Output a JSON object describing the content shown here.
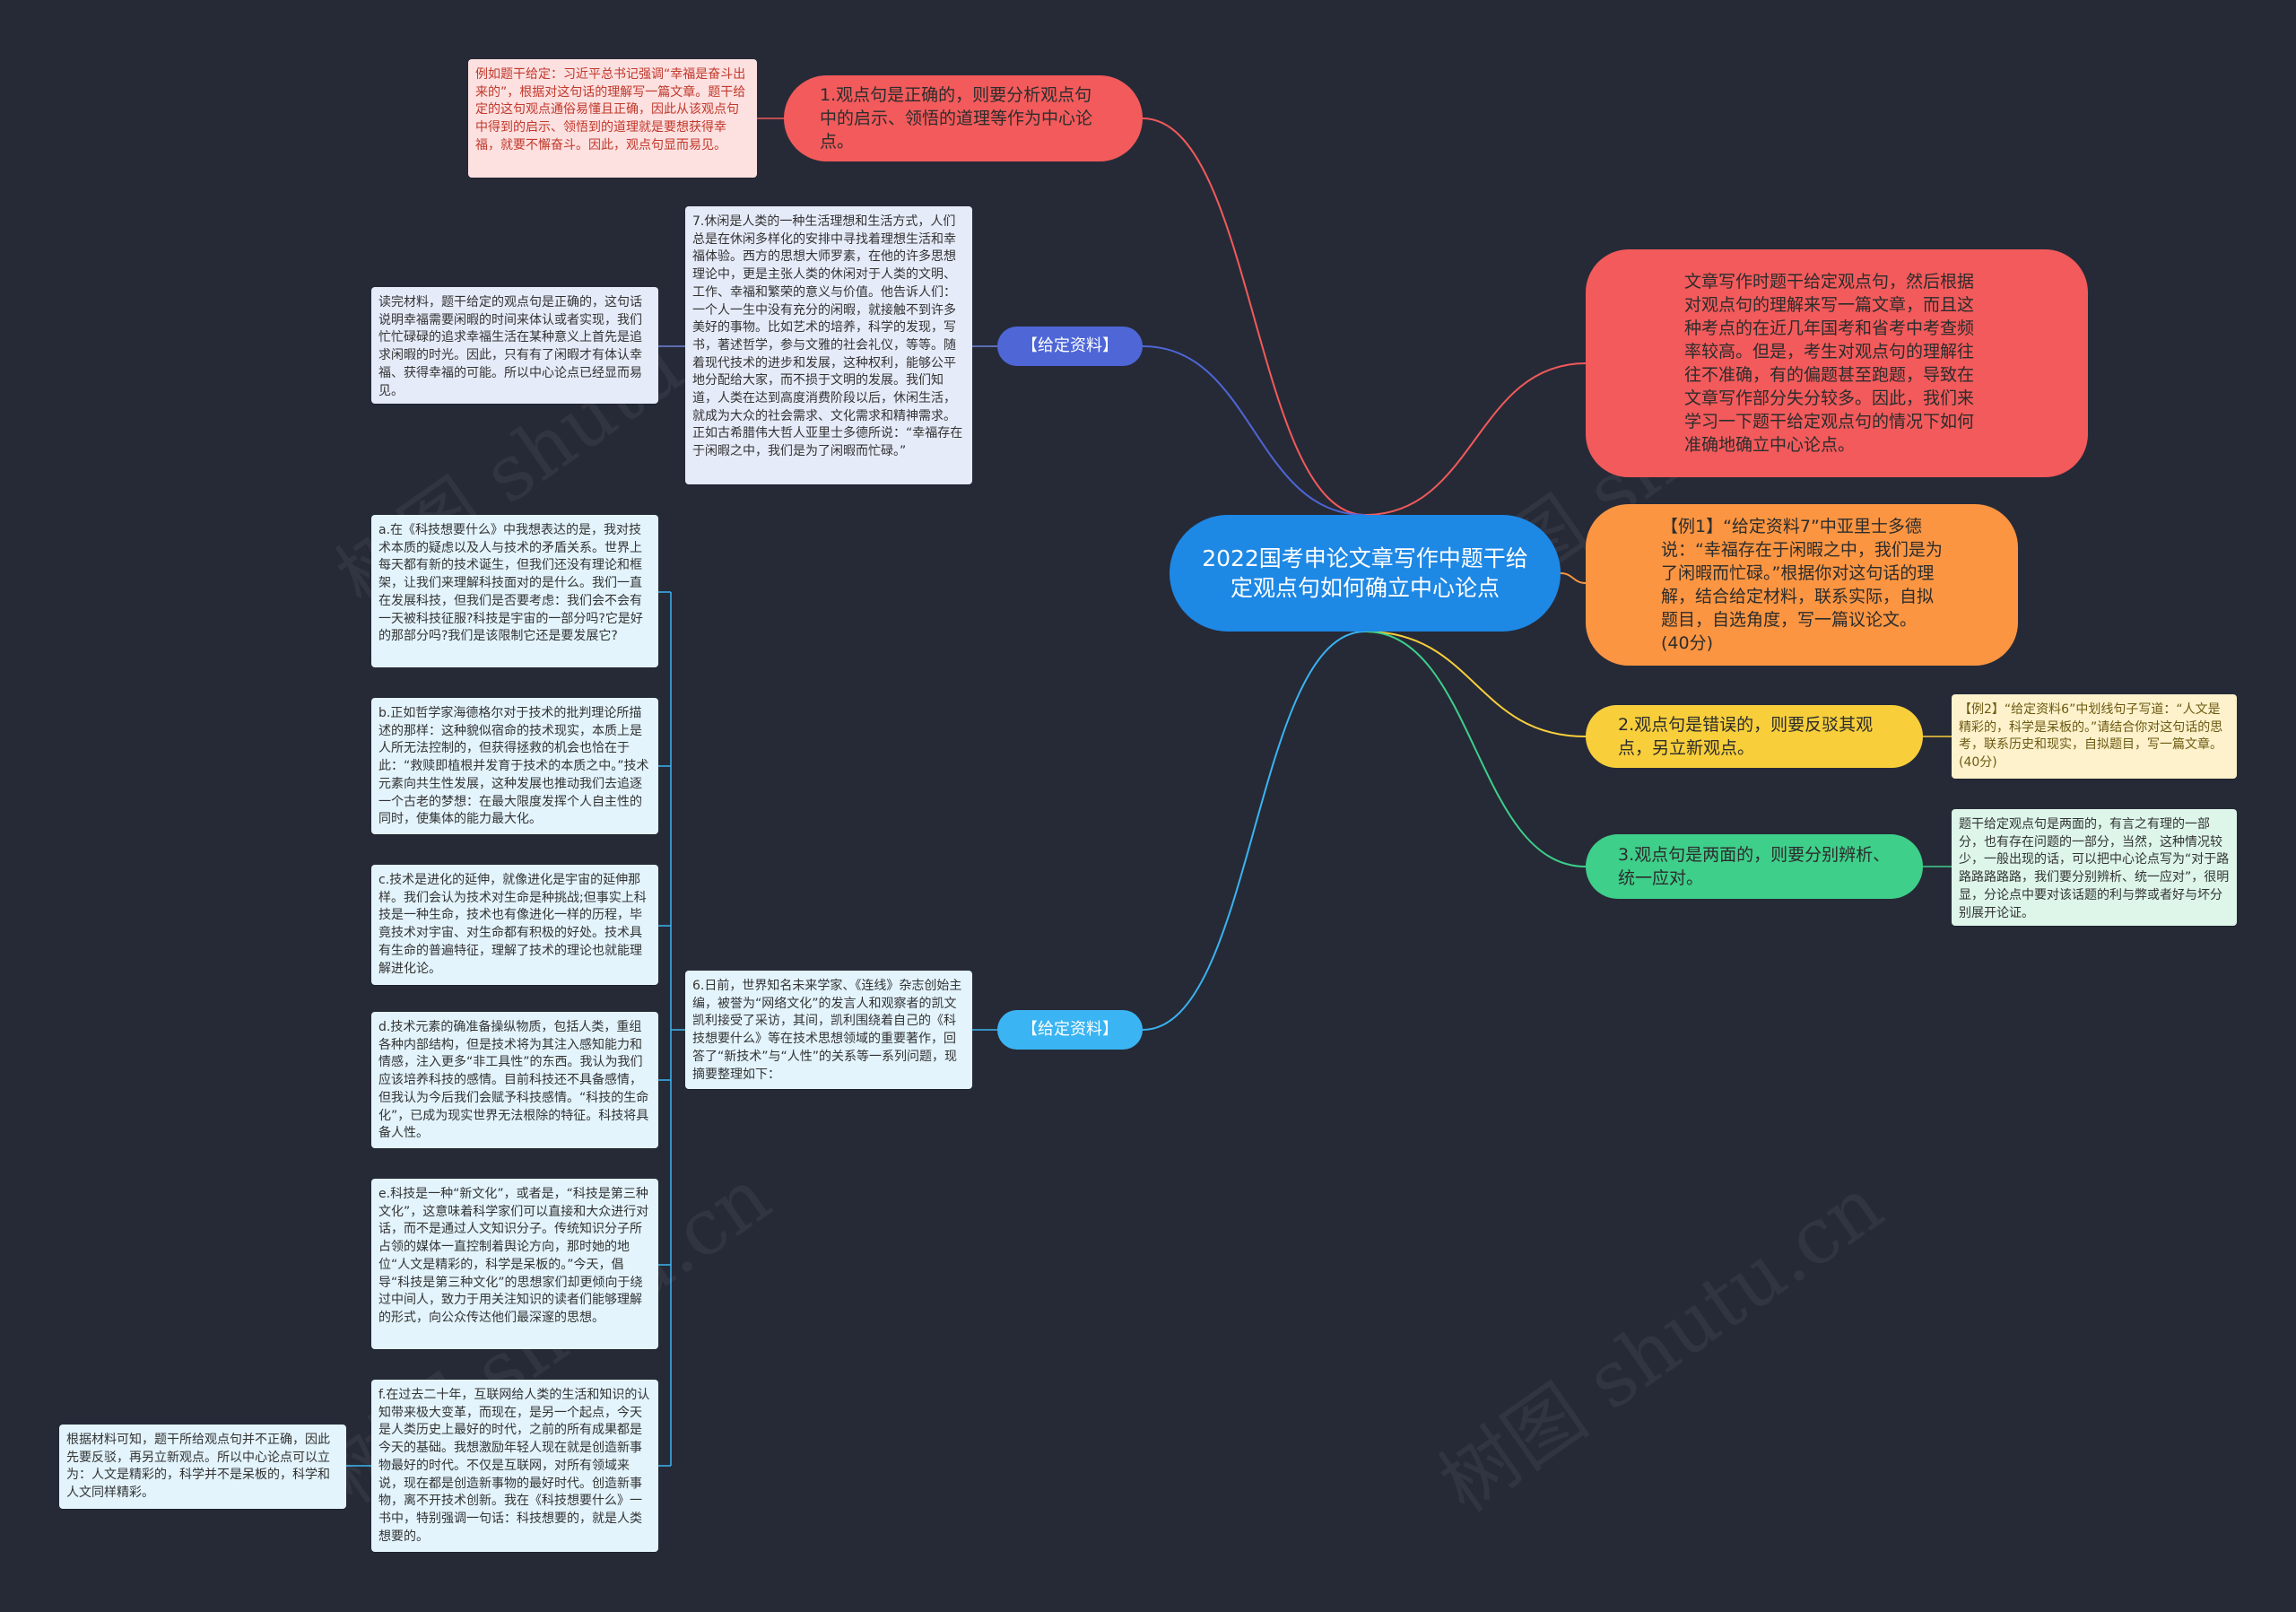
{
  "root": {
    "title": "2022国考申论文章写作中题干给定观点句如何确立中心论点"
  },
  "branches": {
    "b1": {
      "text": "1.观点句是正确的，则要分析观点句中的启示、领悟的道理等作为中心论点。",
      "color": "#f25a5b"
    },
    "b1_note": "例如题干给定：习近平总书记强调“幸福是奋斗出来的”，根据对这句话的理解写一篇文章。题干给定的这句观点通俗易懂且正确，因此从该观点句中得到的启示、领悟到的道理就是要想获得幸福，就要不懈奋斗。因此，观点句显而易见。",
    "b2": {
      "label": "【给定资料】",
      "color": "#4e66d6"
    },
    "b2_material": "7.休闲是人类的一种生活理想和生活方式，人们总是在休闲多样化的安排中寻找着理想生活和幸福体验。西方的思想大师罗素，在他的许多思想理论中，更是主张人类的休闲对于人类的文明、工作、幸福和繁荣的意义与价值。他告诉人们：一个人一生中没有充分的闲暇，就接触不到许多美好的事物。比如艺术的培养，科学的发现，写书，著述哲学，参与文雅的社会礼仪，等等。随着现代技术的进步和发展，这种权利，能够公平地分配给大家，而不损于文明的发展。我们知道，人类在达到高度消费阶段以后，休闲生活，就成为大众的社会需求、文化需求和精神需求。正如古希腊伟大哲人亚里士多德所说：“幸福存在于闲暇之中，我们是为了闲暇而忙碌。”",
    "b2_note": "读完材料，题干给定的观点句是正确的，这句话说明幸福需要闲暇的时间来体认或者实现，我们忙忙碌碌的追求幸福生活在某种意义上首先是追求闲暇的时光。因此，只有有了闲暇才有体认幸福、获得幸福的可能。所以中心论点已经显而易见。",
    "b3": {
      "text": "文章写作时题干给定观点句，然后根据对观点句的理解来写一篇文章，而且这种考点的在近几年国考和省考中考查频率较高。但是，考生对观点句的理解往往不准确，有的偏题甚至跑题，导致在文章写作部分失分较多。因此，我们来学习一下题干给定观点句的情况下如何准确地确立中心论点。",
      "color": "#f25a5b"
    },
    "b4": {
      "text": "【例1】“给定资料7”中亚里士多德说：“幸福存在于闲暇之中，我们是为了闲暇而忙碌。”根据你对这句话的理解，结合给定材料，联系实际，自拟题目，自选角度，写一篇议论文。(40分)",
      "color": "#fb9542"
    },
    "b5": {
      "text": "2.观点句是错误的，则要反驳其观点，另立新观点。",
      "color": "#f8cf3b"
    },
    "b5_note": "【例2】“给定资料6”中划线句子写道：“人文是精彩的，科学是呆板的。”请结合你对这句话的思考，联系历史和现实，自拟题目，写一篇文章。(40分)",
    "b6": {
      "text": "3.观点句是两面的，则要分别辨析、统一应对。",
      "color": "#3ecf8a"
    },
    "b6_note": "题干给定观点句是两面的，有言之有理的一部分，也有存在问题的一部分，当然，这种情况较少，一般出现的话，可以把中心论点写为“对于路路路路路路，我们要分别辨析、统一应对”，很明显，分论点中要对该话题的利与弊或者好与坏分别展开论证。",
    "b7": {
      "label": "【给定资料】",
      "color": "#3ab4f2"
    },
    "b7_material": "6.日前，世界知名未来学家、《连线》杂志创始主编，被誉为“网络文化”的发言人和观察者的凯文凯利接受了采访，其间，凯利围绕着自己的《科技想要什么》等在技术思想领域的重要著作，回答了“新技术”与“人性”的关系等一系列问题，现摘要整理如下：",
    "items": [
      "a.在《科技想要什么》中我想表达的是，我对技术本质的疑虑以及人与技术的矛盾关系。世界上每天都有新的技术诞生，但我们还没有理论和框架，让我们来理解科技面对的是什么。我们一直在发展科技，但我们是否要考虑：我们会不会有一天被科技征服?科技是宇宙的一部分吗?它是好的那部分吗?我们是该限制它还是要发展它?",
      "b.正如哲学家海德格尔对于技术的批判理论所描述的那样：这种貌似宿命的技术现实，本质上是人所无法控制的，但获得拯救的机会也恰在于此：“救赎即植根并发育于技术的本质之中。”技术元素向共生性发展，这种发展也推动我们去追逐一个古老的梦想：在最大限度发挥个人自主性的同时，使集体的能力最大化。",
      "c.技术是进化的延伸，就像进化是宇宙的延伸那样。我们会认为技术对生命是种挑战;但事实上科技是一种生命，技术也有像进化一样的历程，毕竟技术对宇宙、对生命都有积极的好处。技术具有生命的普遍特征，理解了技术的理论也就能理解进化论。",
      "d.技术元素的确准备操纵物质，包括人类，重组各种内部结构，但是技术将为其注入感知能力和情感，注入更多“非工具性”的东西。我认为我们应该培养科技的感情。目前科技还不具备感情，但我认为今后我们会赋予科技感情。“科技的生命化”，已成为现实世界无法根除的特征。科技将具备人性。",
      "e.科技是一种“新文化”，或者是，“科技是第三种文化”，这意味着科学家们可以直接和大众进行对话，而不是通过人文知识分子。传统知识分子所占领的媒体一直控制着舆论方向，那时她的地位“人文是精彩的，科学是呆板的。”今天，倡导“科技是第三种文化”的思想家们却更倾向于绕过中间人，致力于用关注知识的读者们能够理解的形式，向公众传达他们最深邃的思想。",
      "f.在过去二十年，互联网给人类的生活和知识的认知带来极大变革，而现在，是另一个起点，今天是人类历史上最好的时代，之前的所有成果都是今天的基础。我想激励年轻人现在就是创造新事物最好的时代。不仅是互联网，对所有领域来说，现在都是创造新事物的最好时代。创造新事物，离不开技术创新。我在《科技想要什么》一书中，特别强调一句话：科技想要的，就是人类想要的。"
    ],
    "items_note": "根据材料可知，题干所给观点句并不正确，因此先要反驳，再另立新观点。所以中心论点可以立为：人文是精彩的，科学并不是呆板的，科学和人文同样精彩。"
  },
  "watermark": "树图 shutu.cn"
}
